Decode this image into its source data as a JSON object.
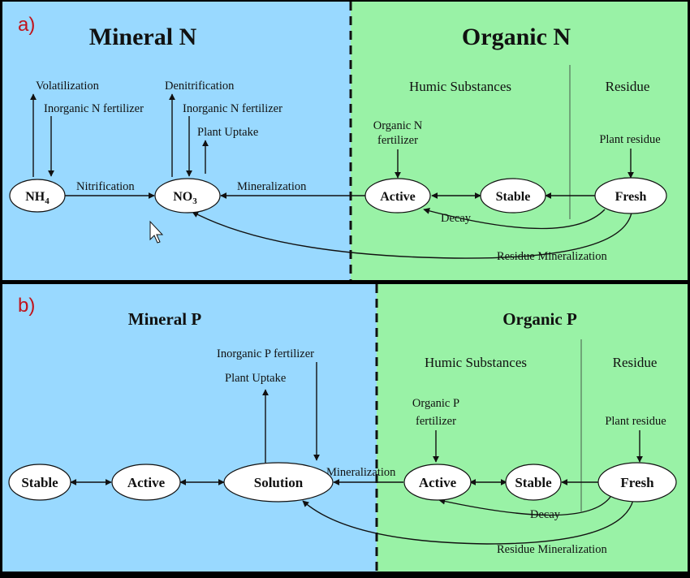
{
  "panel_a": {
    "tag": "a)",
    "left_title": "Mineral N",
    "right_title": "Organic N",
    "humic_label": "Humic Substances",
    "residue_label": "Residue",
    "nodes": {
      "nh4": "NH",
      "nh4_sub": "4",
      "no3": "NO",
      "no3_sub": "3",
      "active": "Active",
      "stable": "Stable",
      "fresh": "Fresh"
    },
    "labels": {
      "volatilization": "Volatilization",
      "inorganic_fert_1": "Inorganic N fertilizer",
      "denitrification": "Denitrification",
      "inorganic_fert_2": "Inorganic N fertilizer",
      "plant_uptake": "Plant Uptake",
      "nitrification": "Nitrification",
      "mineralization": "Mineralization",
      "organic_fert_l1": "Organic N",
      "organic_fert_l2": "fertilizer",
      "plant_residue": "Plant residue",
      "decay": "Decay",
      "residue_mineralization": "Residue Mineralization"
    }
  },
  "panel_b": {
    "tag": "b)",
    "left_title": "Mineral P",
    "right_title": "Organic P",
    "humic_label": "Humic Substances",
    "residue_label": "Residue",
    "nodes": {
      "stable_min": "Stable",
      "active_min": "Active",
      "solution": "Solution",
      "active": "Active",
      "stable": "Stable",
      "fresh": "Fresh"
    },
    "labels": {
      "inorganic_fert": "Inorganic P fertilizer",
      "plant_uptake": "Plant Uptake",
      "mineralization": "Mineralization",
      "organic_fert_l1": "Organic P",
      "organic_fert_l2": "fertilizer",
      "plant_residue": "Plant residue",
      "decay": "Decay",
      "residue_mineralization": "Residue Mineralization"
    }
  },
  "colors": {
    "mineral_bg": "#99d9ff",
    "organic_bg": "#99f2a6",
    "panel_tag": "#c0141c",
    "node_fill": "#ffffff",
    "ink": "#111111"
  }
}
